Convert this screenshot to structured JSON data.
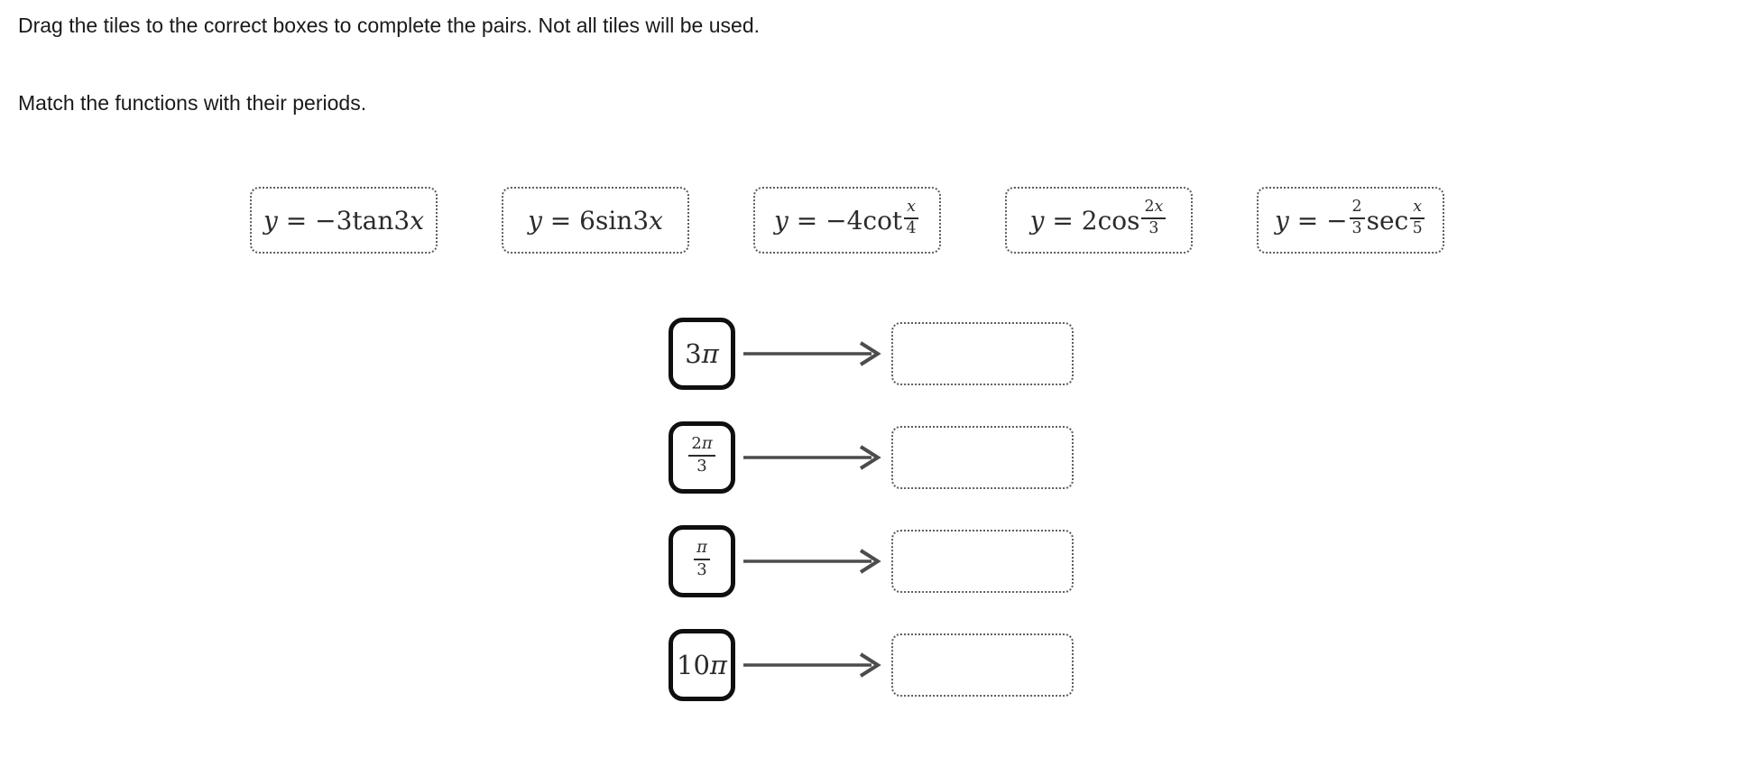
{
  "instructions": {
    "line1": "Drag the tiles to the correct boxes to complete the pairs. Not all tiles will be used.",
    "line2": "Match the functions with their periods."
  },
  "colors": {
    "text": "#1a1a1a",
    "math_text": "#2b2b2b",
    "tile_border": "#5e5e5e",
    "period_box_border": "#0f0f0f",
    "arrow": "#4c4c4c",
    "background": "#ffffff"
  },
  "tiles": [
    {
      "label": "y = −3tan3x",
      "math": [
        {
          "i": "y"
        },
        {
          "r": " = −3tan3"
        },
        {
          "i": "x"
        }
      ]
    },
    {
      "label": "y = 6sin3x",
      "math": [
        {
          "i": "y"
        },
        {
          "r": " = 6sin3"
        },
        {
          "i": "x"
        }
      ]
    },
    {
      "label": "y = −4cot(x/4)",
      "math": [
        {
          "i": "y"
        },
        {
          "r": " = −4cot"
        },
        {
          "f": {
            "n": [
              {
                "i": "x"
              }
            ],
            "d": [
              {
                "r": "4"
              }
            ]
          }
        }
      ]
    },
    {
      "label": "y = 2cos(2x/3)",
      "math": [
        {
          "i": "y"
        },
        {
          "r": " = 2cos"
        },
        {
          "f": {
            "n": [
              {
                "r": "2"
              },
              {
                "i": "x"
              }
            ],
            "d": [
              {
                "r": "3"
              }
            ]
          }
        }
      ]
    },
    {
      "label": "y = −(2/3)sec(x/5)",
      "math": [
        {
          "i": "y"
        },
        {
          "r": " = −"
        },
        {
          "f": {
            "n": [
              {
                "r": "2"
              }
            ],
            "d": [
              {
                "r": "3"
              }
            ]
          }
        },
        {
          "r": "sec"
        },
        {
          "f": {
            "n": [
              {
                "i": "x"
              }
            ],
            "d": [
              {
                "r": "5"
              }
            ]
          }
        }
      ]
    }
  ],
  "pairs": [
    {
      "period_label": "3π",
      "period_math": [
        {
          "r": "3"
        },
        {
          "i": "π"
        }
      ],
      "slot_value": ""
    },
    {
      "period_label": "2π/3",
      "period_math": [
        {
          "f": {
            "n": [
              {
                "r": "2"
              },
              {
                "i": "π"
              }
            ],
            "d": [
              {
                "r": "3"
              }
            ]
          }
        }
      ],
      "slot_value": ""
    },
    {
      "period_label": "π/3",
      "period_math": [
        {
          "f": {
            "n": [
              {
                "i": "π"
              }
            ],
            "d": [
              {
                "r": "3"
              }
            ]
          }
        }
      ],
      "slot_value": ""
    },
    {
      "period_label": "10π",
      "period_math": [
        {
          "r": "10"
        },
        {
          "i": "π"
        }
      ],
      "slot_value": ""
    }
  ]
}
